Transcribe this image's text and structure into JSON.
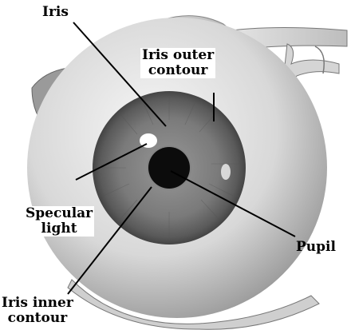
{
  "labels": {
    "iris": "Iris",
    "iris_outer_line1": "Iris outer",
    "iris_outer_line2": "contour",
    "specular_line1": "Specular",
    "specular_line2": "light",
    "pupil": "Pupil",
    "iris_inner_line1": "Iris inner",
    "iris_inner_line2": "contour"
  },
  "colors": {
    "sclera": "#dcdcdc",
    "iris": "#6e6e6e",
    "pupil": "#0c0c0c",
    "label_text": "#000000",
    "leader_line": "#000000"
  }
}
